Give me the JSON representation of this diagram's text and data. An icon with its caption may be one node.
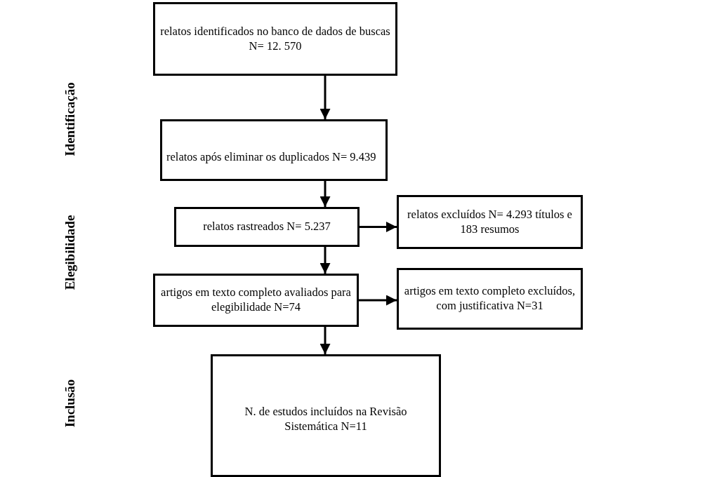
{
  "diagram": {
    "nodes": [
      {
        "text": [
          "relatos identificados no banco de dados de buscas N= 12. 570"
        ]
      },
      {
        "text": [
          "relatos após eliminar os duplicados N= 9.439"
        ]
      },
      {
        "text": [
          "relatos rastreados N= 5.237"
        ]
      },
      {
        "text": [
          "relatos excluídos N= 4.293 títulos e 183 resumos"
        ]
      },
      {
        "text": [
          "artigos em texto completo avaliados para elegibilidade N=74"
        ]
      },
      {
        "text": [
          "artigos em texto completo excluídos, com justificativa N=31"
        ]
      },
      {
        "text": [
          "N. de estudos incluídos na Revisão Sistemática N=11"
        ]
      }
    ],
    "edges": [
      {
        "from": 0,
        "to": 1,
        "arrow": "to"
      },
      {
        "from": 1,
        "to": 2,
        "arrow": "to"
      },
      {
        "from": 2,
        "to": 3,
        "arrow": "to"
      },
      {
        "from": 2,
        "to": 4,
        "arrow": "to"
      },
      {
        "from": 4,
        "to": 5,
        "arrow": "to"
      },
      {
        "from": 4,
        "to": 6,
        "arrow": "to"
      }
    ],
    "labels": [
      "Identificação",
      "Elegibilidade",
      "Inclusão"
    ]
  }
}
